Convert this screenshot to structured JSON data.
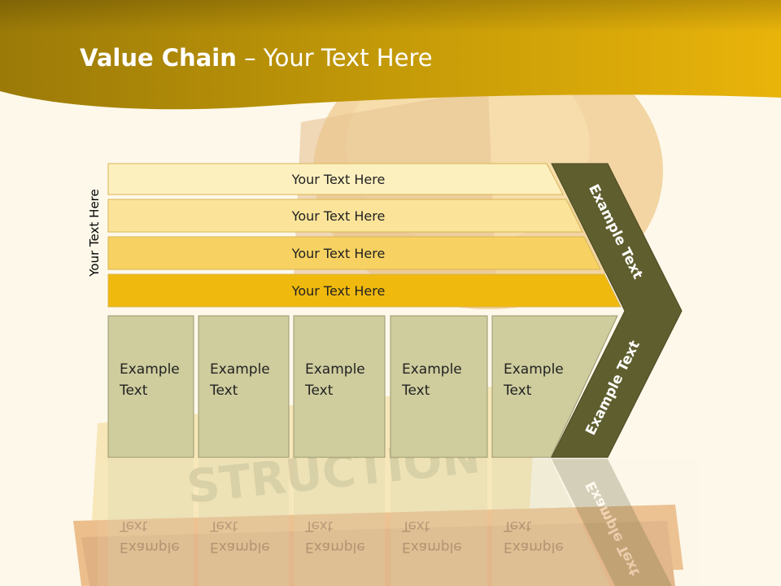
{
  "slide": {
    "title_bold": "Value Chain",
    "title_rest": " – Your Text Here",
    "side_label": "Your Text Here"
  },
  "rows": [
    {
      "label": "Your Text Here",
      "color": "#fdf0bf"
    },
    {
      "label": "Your Text Here",
      "color": "#fbe49a"
    },
    {
      "label": "Your Text Here",
      "color": "#f7d262"
    },
    {
      "label": "Your Text Here",
      "color": "#f0b90d"
    }
  ],
  "columns": [
    {
      "line1": "Example",
      "line2": "Text"
    },
    {
      "line1": "Example",
      "line2": "Text"
    },
    {
      "line1": "Example",
      "line2": "Text"
    },
    {
      "line1": "Example",
      "line2": "Text"
    },
    {
      "line1": "Example",
      "line2": "Text"
    }
  ],
  "chevron": {
    "upper_label": "Example Text",
    "lower_label": "Example Text",
    "color": "#5f5e2e"
  },
  "colors": {
    "header_band": "#c49a08",
    "column_fill": "#cfcd9e",
    "column_stroke": "#9a9870"
  }
}
